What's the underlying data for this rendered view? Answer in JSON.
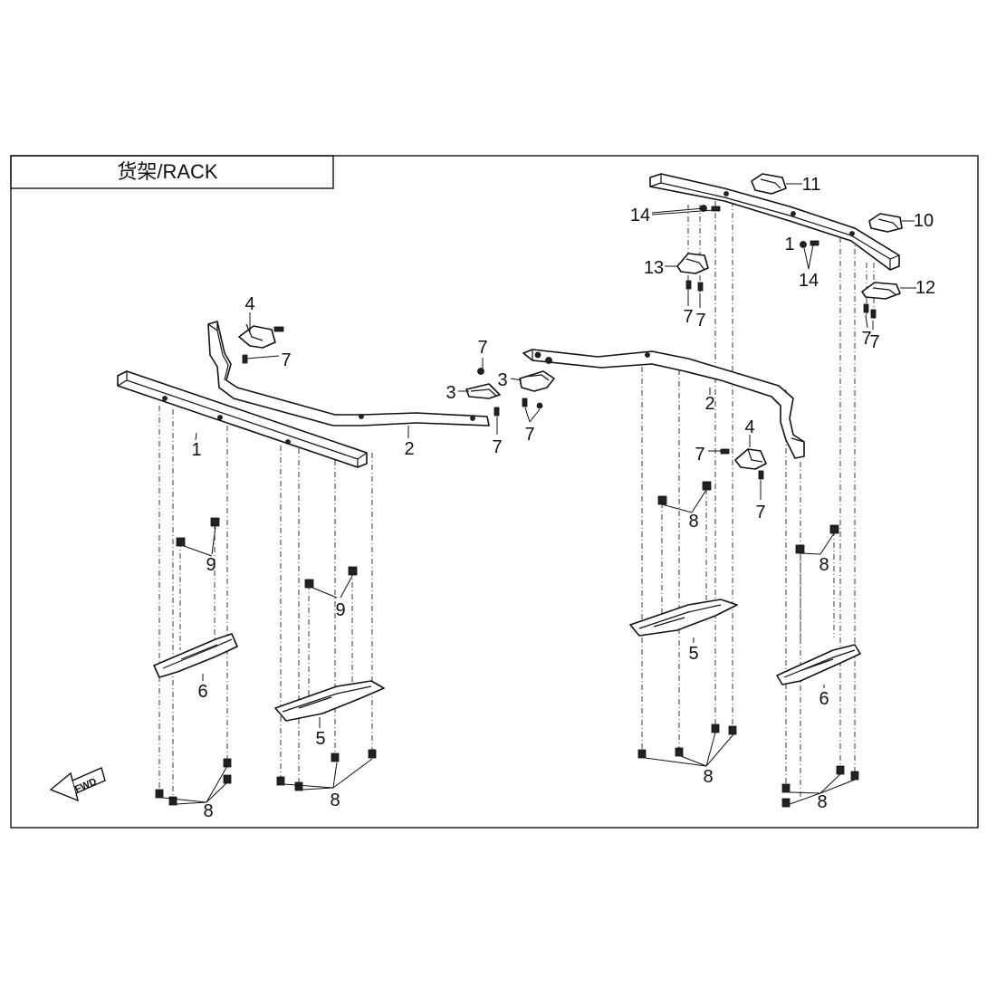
{
  "title": "货架/RACK",
  "fwd_label": "FWD",
  "callouts": {
    "l_1": "1",
    "l_2": "2",
    "l_3": "3",
    "l_4": "4",
    "l_5": "5",
    "l_6": "6",
    "l_7a": "7",
    "l_7b": "7",
    "l_7c": "7",
    "l_7d": "7",
    "l_8a": "8",
    "l_8b": "8",
    "l_9a": "9",
    "l_9b": "9",
    "r_1": "1",
    "r_2": "2",
    "r_3": "3",
    "r_4": "4",
    "r_5": "5",
    "r_6": "6",
    "r_7a": "7",
    "r_7b": "7",
    "r_7c": "7",
    "r_7d": "7",
    "r_7e": "7",
    "r_7f": "7",
    "r_8a": "8",
    "r_8b": "8",
    "r_8c": "8",
    "r_8d": "8",
    "r_10": "10",
    "r_11": "11",
    "r_12": "12",
    "r_13": "13",
    "r_14a": "14",
    "r_14b": "14"
  }
}
